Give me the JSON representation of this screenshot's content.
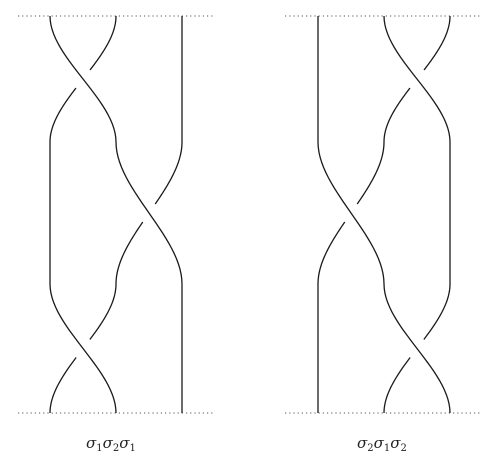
{
  "diagrams": [
    {
      "id": "left",
      "caption": {
        "sym": "σ",
        "subs": [
          "1",
          "2",
          "1"
        ]
      },
      "strands": 3,
      "crossings": [
        [
          1,
          2
        ],
        [
          2,
          3
        ],
        [
          1,
          2
        ]
      ]
    },
    {
      "id": "right",
      "caption": {
        "sym": "σ",
        "subs": [
          "2",
          "1",
          "2"
        ]
      },
      "strands": 3,
      "crossings": [
        [
          2,
          3
        ],
        [
          1,
          2
        ],
        [
          2,
          3
        ]
      ]
    }
  ],
  "colors": {
    "strand": "#1a1a1a",
    "boundary": "#555555",
    "background": "#ffffff"
  }
}
